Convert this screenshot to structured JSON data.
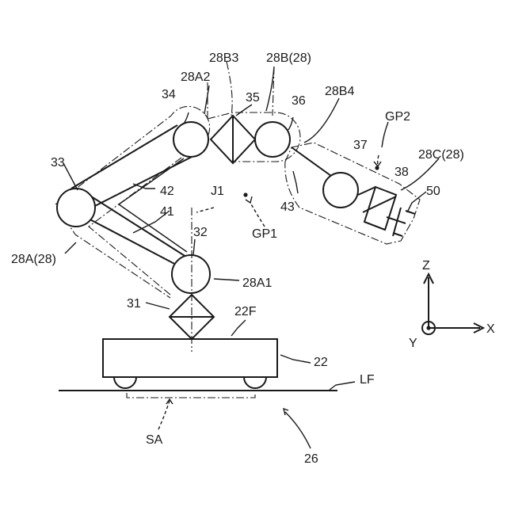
{
  "labels": {
    "l_28B3": "28B3",
    "l_28B": "28B(28)",
    "l_28A2": "28A2",
    "l_34": "34",
    "l_35": "35",
    "l_36": "36",
    "l_28B4": "28B4",
    "l_GP2": "GP2",
    "l_37": "37",
    "l_28C": "28C(28)",
    "l_33": "33",
    "l_38": "38",
    "l_42": "42",
    "l_J1": "J1",
    "l_50": "50",
    "l_41": "41",
    "l_43": "43",
    "l_32": "32",
    "l_28A": "28A(28)",
    "l_GP1": "GP1",
    "l_28A1": "28A1",
    "l_Z": "Z",
    "l_31": "31",
    "l_22F": "22F",
    "l_X": "X",
    "l_Y": "Y",
    "l_22": "22",
    "l_LF": "LF",
    "l_SA": "SA",
    "l_26": "26"
  }
}
